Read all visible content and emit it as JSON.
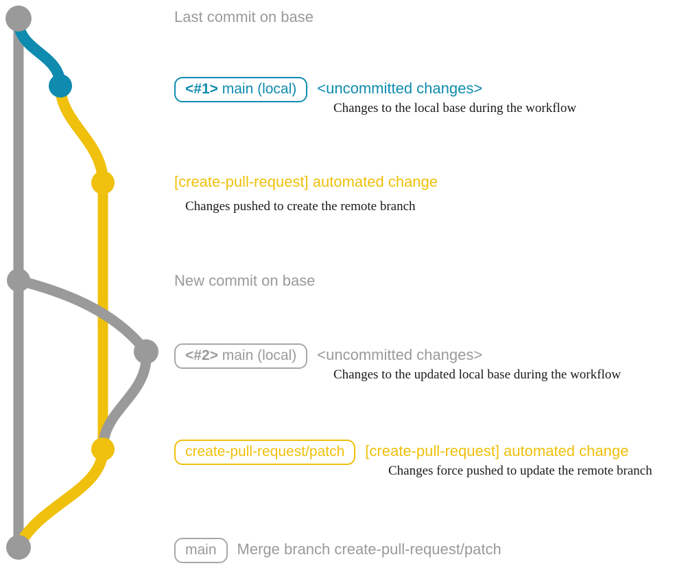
{
  "diagram": {
    "title": "git branch graph",
    "colors": {
      "base_gray": "#9a9a9a",
      "local_teal": "#0e8baf",
      "remote_amber": "#efc00c",
      "description_text": "#1a1a1a",
      "background": "#ffffff"
    }
  },
  "rows": [
    {
      "id": "last-commit-on-base",
      "badge": null,
      "subject": "Last commit on base",
      "subject_color": "gray",
      "description": null
    },
    {
      "id": "local-change-1",
      "badge": {
        "prefix": "<#1>",
        "name": "main (local)",
        "color": "teal"
      },
      "subject": "<uncommitted changes>",
      "subject_color": "teal",
      "description": "Changes to the local base during the workflow"
    },
    {
      "id": "automated-change-create",
      "badge": null,
      "subject": "[create-pull-request] automated change",
      "subject_color": "amber",
      "description": "Changes pushed to create the remote branch"
    },
    {
      "id": "new-commit-on-base",
      "badge": null,
      "subject": "New commit on base",
      "subject_color": "gray",
      "description": null
    },
    {
      "id": "local-change-2",
      "badge": {
        "prefix": "<#2>",
        "name": "main (local)",
        "color": "gray"
      },
      "subject": "<uncommitted changes>",
      "subject_color": "gray",
      "description": "Changes to the updated local base during the workflow"
    },
    {
      "id": "automated-change-update",
      "badge": {
        "prefix": "",
        "name": "create-pull-request/patch",
        "color": "amber"
      },
      "subject": "[create-pull-request] automated change",
      "subject_color": "amber",
      "description": "Changes force pushed to update the remote branch"
    },
    {
      "id": "merge-commit",
      "badge": {
        "prefix": "",
        "name": "main",
        "color": "gray"
      },
      "subject": "Merge branch create-pull-request/patch",
      "subject_color": "gray",
      "description": null
    }
  ],
  "nodes": [
    {
      "id": "node-base-head",
      "label": "base head commit",
      "color": "gray"
    },
    {
      "id": "node-local-1",
      "label": "local uncommitted #1",
      "color": "teal"
    },
    {
      "id": "node-remote-1",
      "label": "remote branch commit",
      "color": "amber"
    },
    {
      "id": "node-base-new",
      "label": "new base commit",
      "color": "gray"
    },
    {
      "id": "node-local-2",
      "label": "local uncommitted #2",
      "color": "gray"
    },
    {
      "id": "node-remote-2",
      "label": "remote branch force push",
      "color": "amber"
    },
    {
      "id": "node-merge",
      "label": "merge commit on main",
      "color": "gray"
    }
  ]
}
